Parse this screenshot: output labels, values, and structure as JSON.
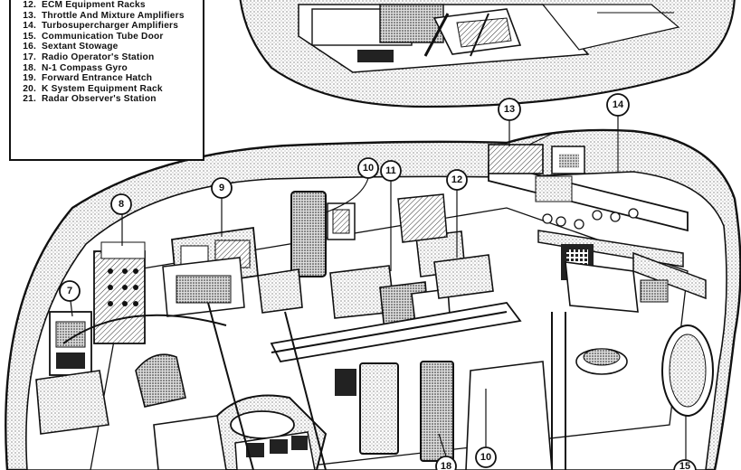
{
  "legend": {
    "items": [
      {
        "num": "12.",
        "label": "ECM Equipment Racks"
      },
      {
        "num": "13.",
        "label": "Throttle And Mixture Amplifiers"
      },
      {
        "num": "14.",
        "label": "Turbosupercharger Amplifiers"
      },
      {
        "num": "15.",
        "label": "Communication Tube Door"
      },
      {
        "num": "16.",
        "label": "Sextant Stowage"
      },
      {
        "num": "17.",
        "label": "Radio Operator's Station"
      },
      {
        "num": "18.",
        "label": "N-1 Compass Gyro"
      },
      {
        "num": "19.",
        "label": "Forward Entrance Hatch"
      },
      {
        "num": "20.",
        "label": "K System Equipment Rack"
      },
      {
        "num": "21.",
        "label": "Radar Observer's Station"
      }
    ]
  },
  "callouts": [
    {
      "id": "7",
      "text": "7"
    },
    {
      "id": "8",
      "text": "8"
    },
    {
      "id": "9",
      "text": "9"
    },
    {
      "id": "10a",
      "text": "10"
    },
    {
      "id": "11",
      "text": "11"
    },
    {
      "id": "12",
      "text": "12"
    },
    {
      "id": "13",
      "text": "13"
    },
    {
      "id": "14",
      "text": "14"
    },
    {
      "id": "10b",
      "text": "10"
    },
    {
      "id": "18",
      "text": "18"
    },
    {
      "id": "15",
      "text": "15"
    }
  ]
}
